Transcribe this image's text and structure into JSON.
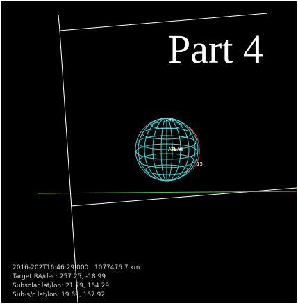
{
  "title": "Part 4",
  "readout": {
    "line1": "2016-202T16:46:29.000   1077476.7 km",
    "line2": "Target RA/dec: 257.25, -18.99",
    "line3": "Subsolar lat/lon: 21.79, 164.29",
    "line4": "Sub-s/c lat/lon: 19.69, 167.92"
  },
  "globe": {
    "label_top": "180",
    "label_center": "ATLAS",
    "label_side": "15",
    "grid_color": "#4ad7d7",
    "limb_color": "#ff3b3b"
  },
  "colors": {
    "background": "#000000",
    "fov_lines": "#ffffff",
    "horizon_line": "#44cc44"
  }
}
